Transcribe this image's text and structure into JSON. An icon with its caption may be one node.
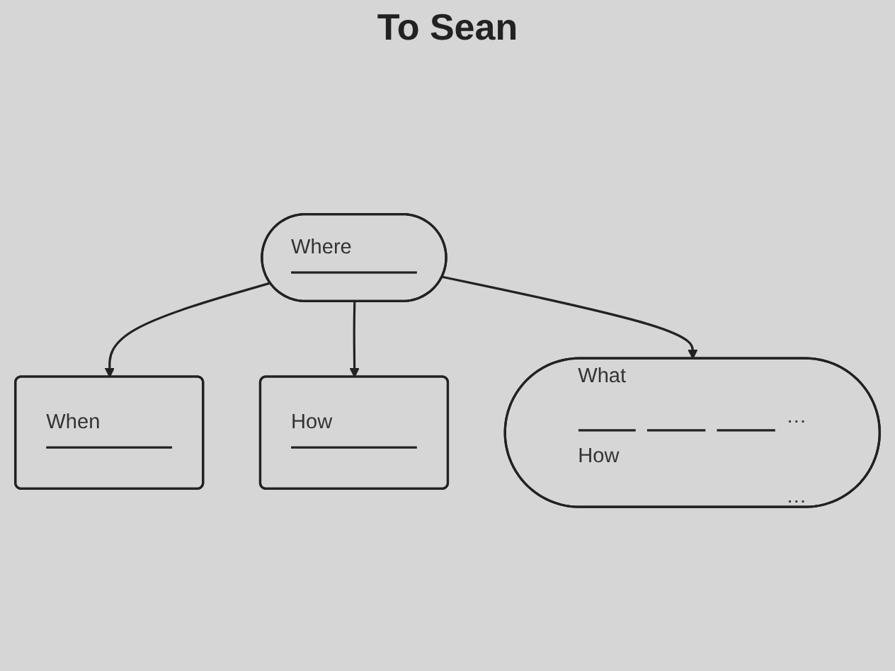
{
  "diagram": {
    "title": "To Sean",
    "nodes": [
      {
        "text": [
          "When"
        ]
      },
      {
        "text": [
          "How"
        ]
      },
      {
        "text": [
          "Where"
        ]
      },
      {
        "text": [
          "What",
          "…",
          "How",
          "…"
        ]
      }
    ],
    "edges": [
      {
        "from": 2,
        "to": 0,
        "arrow": "to"
      },
      {
        "from": 2,
        "to": 1,
        "arrow": "to"
      },
      {
        "from": 2,
        "to": 3,
        "arrow": "to"
      }
    ]
  }
}
